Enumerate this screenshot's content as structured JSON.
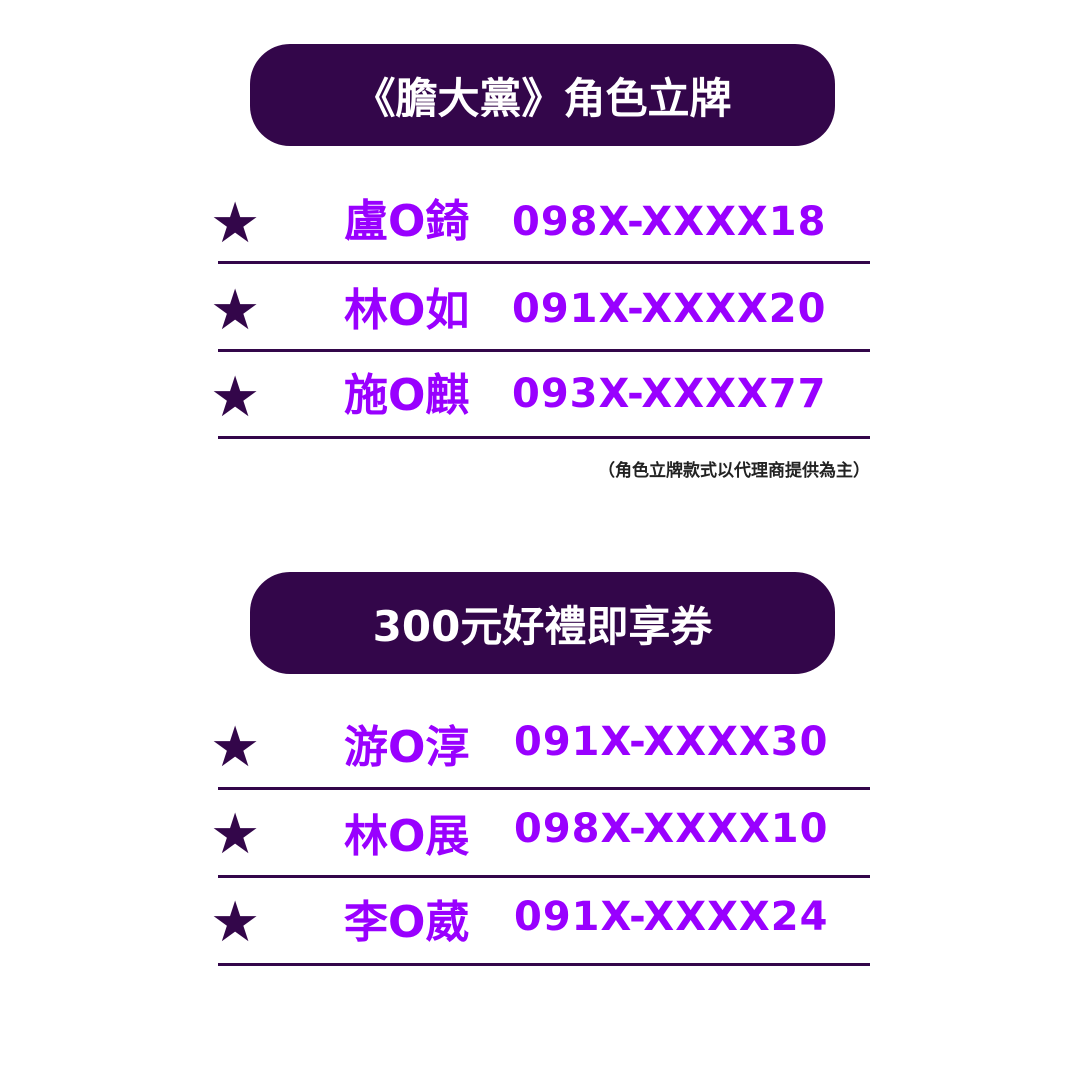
{
  "sections": [
    {
      "title": "《膽大黨》角色立牌",
      "winners": [
        {
          "name": "盧O錡",
          "phone": "098X-XXXX18"
        },
        {
          "name": "林O如",
          "phone": "091X-XXXX20"
        },
        {
          "name": "施O麒",
          "phone": "093X-XXXX77"
        }
      ],
      "note": "（角色立牌款式以代理商提供為主）"
    },
    {
      "title": "300元好禮即享券",
      "winners": [
        {
          "name": "游O淳",
          "phone": "091X-XXXX30"
        },
        {
          "name": "林O展",
          "phone": "098X-XXXX10"
        },
        {
          "name": "李O葳",
          "phone": "091X-XXXX24"
        }
      ]
    }
  ],
  "star_icon": "★",
  "colors": {
    "header_bg": "#33064a",
    "accent": "#9900ff"
  }
}
